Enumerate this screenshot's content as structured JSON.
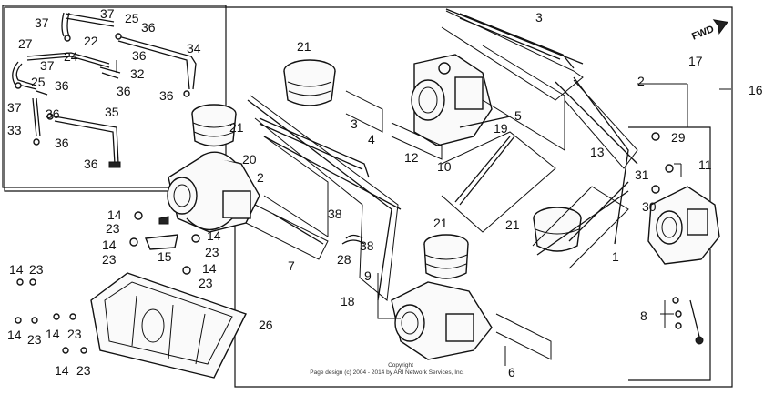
{
  "fwd_label": "FWD",
  "copyright": {
    "line1": "Copyright",
    "line2": "Page design (c) 2004 - 2014 by ARI Network Services, Inc."
  },
  "callouts": {
    "n37a": "37",
    "n22": "22",
    "n37b": "37",
    "n25a": "25",
    "n36a": "36",
    "n27": "27",
    "n24": "24",
    "n34": "34",
    "n37c": "37",
    "n36b": "36",
    "n32": "32",
    "n25b": "25",
    "n36c": "36",
    "n36d": "36",
    "n36e": "36",
    "n37d": "37",
    "n36f": "36",
    "n35": "35",
    "n33": "33",
    "n36g": "36",
    "n36h": "36",
    "n21a": "21",
    "n21b": "21",
    "n20": "20",
    "n2a": "2",
    "n3a": "3",
    "n4": "4",
    "n12": "12",
    "n5": "5",
    "n19": "19",
    "n3b": "3",
    "n2b": "2",
    "n17": "17",
    "n16": "16",
    "n29": "29",
    "n13": "13",
    "n11": "11",
    "n31": "31",
    "n30": "30",
    "n10": "10",
    "n21c": "21",
    "n21d": "21",
    "n1": "1",
    "n38a": "38",
    "n38b": "38",
    "n28": "28",
    "n7": "7",
    "n14a": "14",
    "n23a": "23",
    "n14b": "14",
    "n23b": "23",
    "n14c": "14",
    "n23c": "23",
    "n15": "15",
    "n14d": "14",
    "n23d": "23",
    "n14e": "14",
    "n23e": "23",
    "n9": "9",
    "n18": "18",
    "n8": "8",
    "n6": "6",
    "n26": "26",
    "n14f": "14",
    "n23f": "23",
    "n14g": "14",
    "n23g": "23",
    "n14h": "14",
    "n23h": "23"
  }
}
